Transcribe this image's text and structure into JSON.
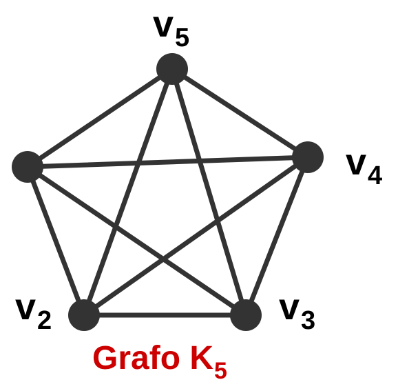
{
  "colors": {
    "edge": "#333333",
    "node": "#333333",
    "label": "#000000",
    "caption": "#cc0000"
  },
  "nodes": [
    {
      "id": "v1",
      "label": "",
      "sub": ""
    },
    {
      "id": "v2",
      "label": "v",
      "sub": "2"
    },
    {
      "id": "v3",
      "label": "v",
      "sub": "3"
    },
    {
      "id": "v4",
      "label": "v",
      "sub": "4"
    },
    {
      "id": "v5",
      "label": "v",
      "sub": "5"
    }
  ],
  "edges": [
    [
      "v1",
      "v2"
    ],
    [
      "v1",
      "v3"
    ],
    [
      "v1",
      "v4"
    ],
    [
      "v1",
      "v5"
    ],
    [
      "v2",
      "v3"
    ],
    [
      "v2",
      "v4"
    ],
    [
      "v2",
      "v5"
    ],
    [
      "v3",
      "v4"
    ],
    [
      "v3",
      "v5"
    ],
    [
      "v4",
      "v5"
    ]
  ],
  "caption": {
    "text": "Grafo K",
    "sub": "5"
  }
}
